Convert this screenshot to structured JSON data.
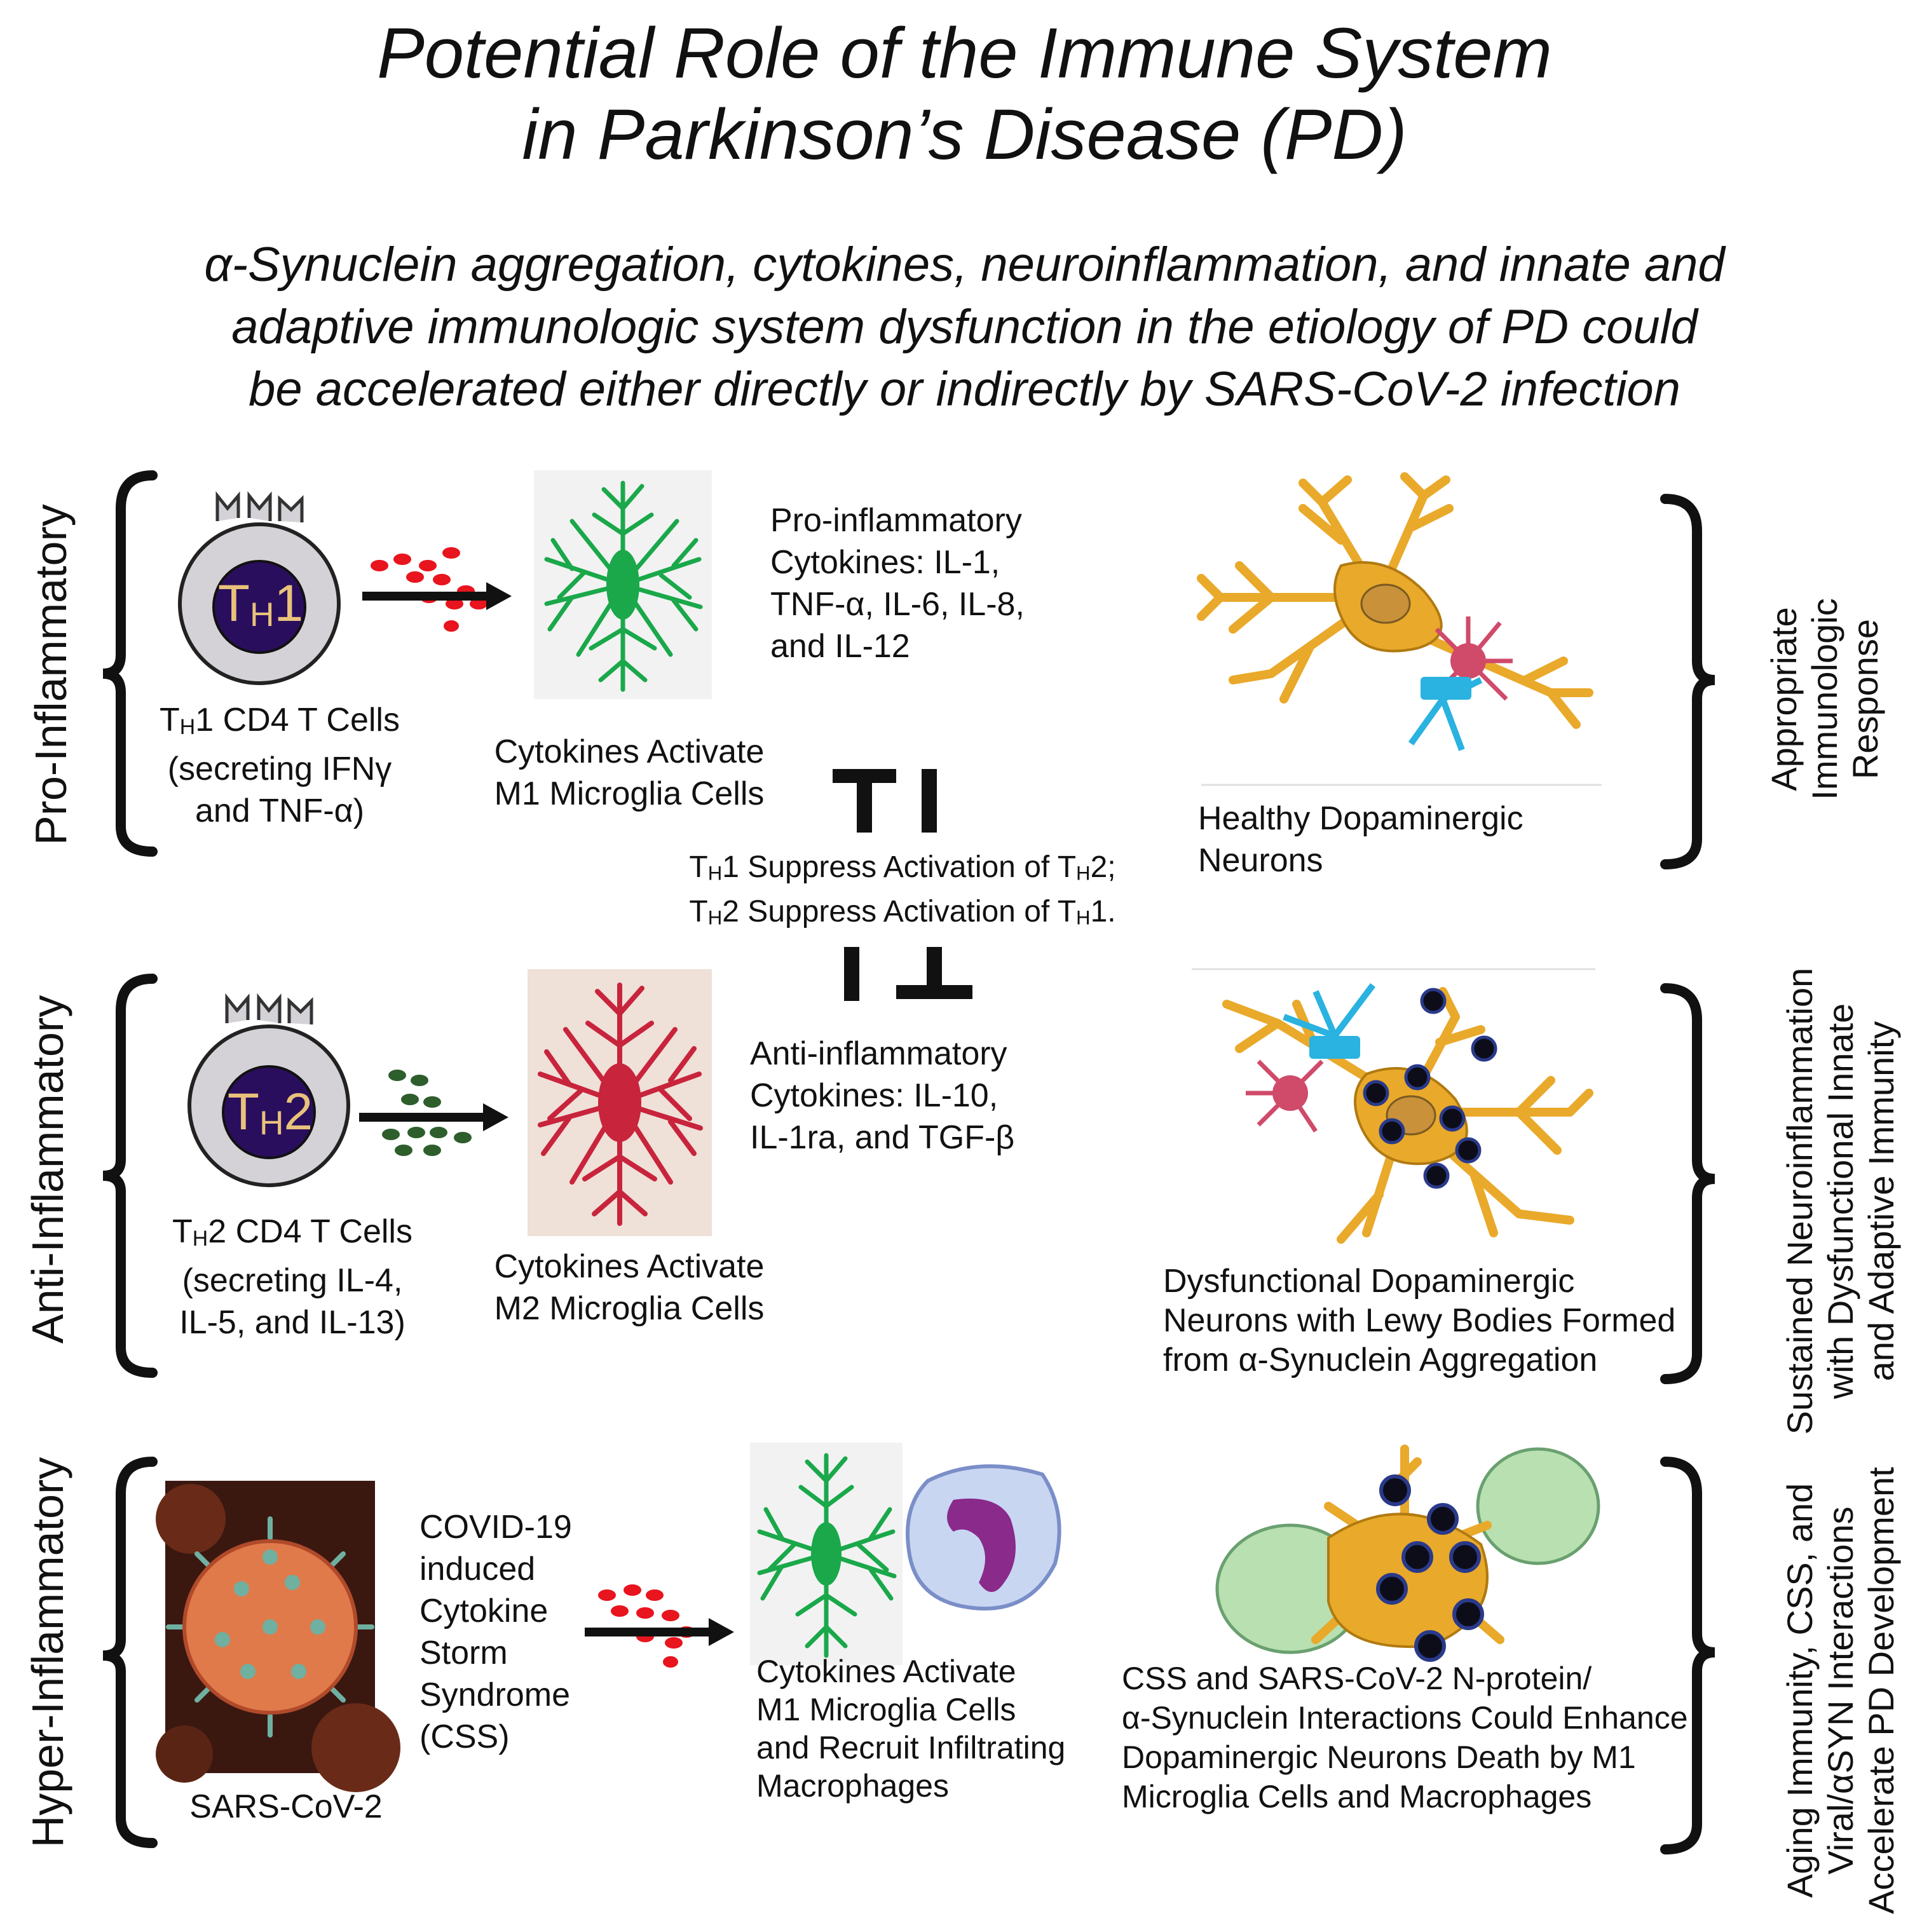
{
  "title": {
    "line1": "Potential Role of the Immune System",
    "line2": "in Parkinson’s Disease (PD)"
  },
  "subtitle": {
    "line1": "α-Synuclein aggregation, cytokines, neuroinflammation, and innate and",
    "line2": "adaptive immunologic system dysfunction in the etiology of PD could",
    "line3": "be accelerated either directly or indirectly by SARS-CoV-2 infection"
  },
  "rows": {
    "pro": {
      "row_label": "Pro-Inflammatory",
      "cell_badge_main": "T",
      "cell_badge_sub": "H",
      "cell_badge_num": "1",
      "tcell_caption": {
        "l1_main": "T",
        "l1_sub": "H",
        "l1_rest": "1 CD4 T Cells",
        "l2": "(secreting IFNγ",
        "l3": "and TNF-α)"
      },
      "microglia_caption": {
        "l1": "Cytokines Activate",
        "l2": "M1 Microglia Cells"
      },
      "cytokines": {
        "l1": "Pro-inflammatory",
        "l2": "Cytokines: IL-1,",
        "l3": "TNF-α, IL-6, IL-8,",
        "l4": "and IL-12"
      },
      "neuron_caption": {
        "l1": "Healthy Dopaminergic",
        "l2": "Neurons"
      },
      "side_label": {
        "l1": "Appropriate",
        "l2": "Immunologic",
        "l3": "Response"
      }
    },
    "suppress": {
      "l1_a": "T",
      "l1_b": "H",
      "l1_c": "1 Suppress Activation of T",
      "l1_d": "H",
      "l1_e": "2;",
      "l2_a": "T",
      "l2_b": "H",
      "l2_c": "2 Suppress Activation of T",
      "l2_d": "H",
      "l2_e": "1."
    },
    "anti": {
      "row_label": "Anti-Inflammatory",
      "cell_badge_main": "T",
      "cell_badge_sub": "H",
      "cell_badge_num": "2",
      "tcell_caption": {
        "l1_main": "T",
        "l1_sub": "H",
        "l1_rest": "2 CD4 T Cells",
        "l2": "(secreting IL-4,",
        "l3": "IL-5, and IL-13)"
      },
      "microglia_caption": {
        "l1": "Cytokines Activate",
        "l2": "M2 Microglia  Cells"
      },
      "cytokines": {
        "l1": "Anti-inflammatory",
        "l2": "Cytokines: IL-10,",
        "l3": "IL-1ra, and TGF-β"
      },
      "neuron_caption": {
        "l1": "Dysfunctional Dopaminergic",
        "l2": "Neurons with Lewy Bodies Formed",
        "l3": "from α-Synuclein Aggregation"
      },
      "side_label": {
        "l1": "Sustained Neuroinflammation",
        "l2": "with Dysfunctional Innate",
        "l3": "and Adaptive Immunity"
      }
    },
    "hyper": {
      "row_label": "Hyper-Inflammatory",
      "virus_caption": "SARS-CoV-2",
      "css_text": {
        "l1": "COVID-19",
        "l2": "induced",
        "l3": "Cytokine",
        "l4": "Storm",
        "l5": "Syndrome",
        "l6": "(CSS)"
      },
      "microglia_caption": {
        "l1": "Cytokines Activate",
        "l2": "M1 Microglia Cells",
        "l3": "and Recruit Infiltrating",
        "l4": "Macrophages"
      },
      "neuron_caption": {
        "l1": "CSS and SARS-CoV-2 N-protein/",
        "l2": "α-Synuclein Interactions Could Enhance",
        "l3": "Dopaminergic Neurons Death by M1",
        "l4": "Microglia Cells and Macrophages"
      },
      "side_label": {
        "l1": "Aging Immunity, CSS, and",
        "l2": "Viral/αSYN Interactions",
        "l3": "Accelerate PD Development"
      }
    }
  },
  "colors": {
    "th_badge": "#2a0e5e",
    "th_text": "#e8c27a",
    "cell_body": "#d4d2d6",
    "pro_cytokine": "#e8141e",
    "anti_cytokine": "#2d5e2c",
    "m1_microglia": "#1aa84a",
    "m2_microglia": "#c8243c",
    "neuron": "#e9a92a",
    "synapse": "#2ab2e0",
    "lewy": "#0d0d1a"
  }
}
